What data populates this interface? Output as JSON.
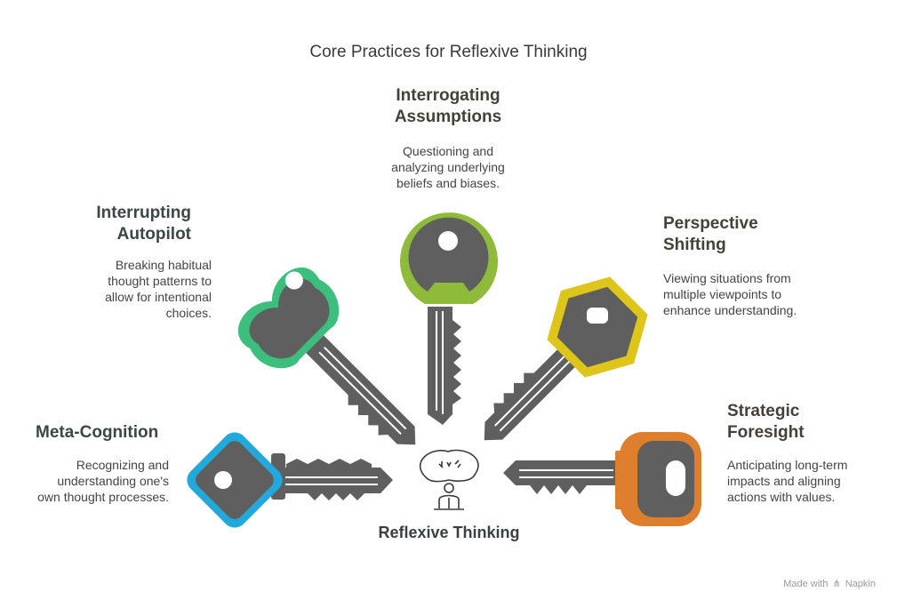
{
  "title": "Core Practices for Reflexive Thinking",
  "center": {
    "label": "Reflexive Thinking",
    "icon": "thinking-person-icon"
  },
  "items": [
    {
      "heading_line1": "Interrogating",
      "heading_line2": "Assumptions",
      "desc_line1": "Questioning and",
      "desc_line2": "analyzing underlying",
      "desc_line3": "beliefs and biases.",
      "color": "#8fbb3a",
      "icon": "key-icon"
    },
    {
      "heading_line1": "Interrupting",
      "heading_line2": "Autopilot",
      "desc_line1": "Breaking habitual",
      "desc_line2": "thought patterns to",
      "desc_line3": "allow for intentional",
      "desc_line4": "choices.",
      "color": "#3cbf7c",
      "icon": "key-icon"
    },
    {
      "heading_line1": "Perspective",
      "heading_line2": "Shifting",
      "desc_line1": "Viewing situations from",
      "desc_line2": "multiple viewpoints to",
      "desc_line3": "enhance understanding.",
      "color": "#ddc519",
      "icon": "key-icon"
    },
    {
      "heading_line1": "Meta-Cognition",
      "desc_line1": "Recognizing and",
      "desc_line2": "understanding one's",
      "desc_line3": "own thought processes.",
      "color": "#22a9dc",
      "icon": "key-icon"
    },
    {
      "heading_line1": "Strategic",
      "heading_line2": "Foresight",
      "desc_line1": "Anticipating long-term",
      "desc_line2": "impacts and aligning",
      "desc_line3": "actions with values.",
      "color": "#de7f2e",
      "icon": "key-icon"
    }
  ],
  "branding": {
    "prefix": "Made with",
    "name": "Napkin",
    "icon": "napkin-logo-icon"
  },
  "colors": {
    "key_body": "#5f5f5f",
    "key_hole": "#ffffff",
    "text": "#3d4040"
  }
}
